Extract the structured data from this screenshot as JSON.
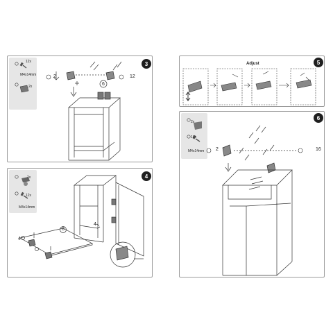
{
  "steps": [
    {
      "number": "3",
      "hardware": [
        {
          "qty": "12x",
          "spec": "M4x14mm"
        },
        {
          "qty": "2x"
        }
      ],
      "callouts": {
        "left": "2",
        "right": "12",
        "part": "6"
      }
    },
    {
      "number": "4",
      "hardware": [
        {
          "qty": "2x"
        },
        {
          "qty": "12x",
          "spec": "M4x14mm"
        }
      ],
      "callouts": {
        "qty_left": "4",
        "qty_right": "4",
        "part": "8"
      }
    },
    {
      "number": "5",
      "title": "Adjust"
    },
    {
      "number": "6",
      "hardware": [
        {
          "qty": "2x"
        },
        {
          "qty": "16x",
          "spec": "M4x14mm"
        }
      ],
      "callouts": {
        "left": "2",
        "right": "16"
      }
    }
  ]
}
